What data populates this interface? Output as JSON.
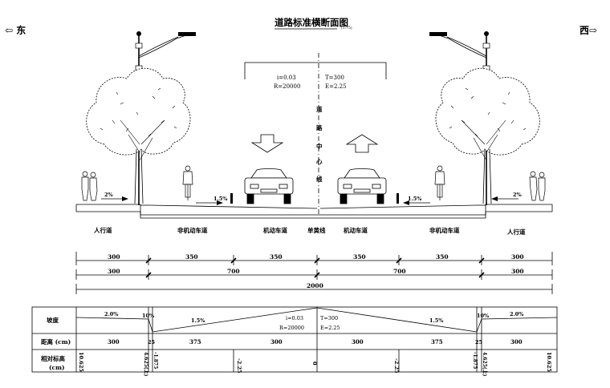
{
  "title": "道路标准横断面图",
  "scale": "(1:75)",
  "dir_left": "⇦ 东",
  "dir_right": "西⇨",
  "params": {
    "left": [
      "i=0.03",
      "R=20000"
    ],
    "right": [
      "T=300",
      "E=2.25"
    ]
  },
  "center_label": [
    "道",
    "路",
    "中",
    "心",
    "线"
  ],
  "slopes": {
    "sidewalk_left": "2%",
    "bike_left": "1.5%",
    "bike_right": "1.5%",
    "sidewalk_right": "2%"
  },
  "lanes": [
    "人行道",
    "非机动车道",
    "机动车道",
    "单黄线",
    "机动车道",
    "非机动车道",
    "人行道"
  ],
  "dims": {
    "row1": [
      "300",
      "350",
      "350",
      "350",
      "350",
      "300"
    ],
    "row2": [
      "300",
      "700",
      "700",
      "300"
    ],
    "row3": "2000"
  },
  "table": {
    "labels": [
      "坡度",
      "距离 (cm)",
      "相对标高",
      "(cm)"
    ],
    "slope": [
      "2.0%",
      "10%",
      "1.5%",
      "1.5%",
      "10%",
      "2.0%"
    ],
    "slope_params_left": [
      "i=0.03",
      "R=20000"
    ],
    "slope_params_right": [
      "T=300",
      "E=2.25"
    ],
    "dist": [
      "300",
      "25",
      "375",
      "300",
      "300",
      "375",
      "25",
      "300"
    ],
    "elev": [
      "10.625",
      "4.625(上)",
      "-1.875",
      "-2.25",
      "0",
      "-2.25",
      "-1.875",
      "4.625(上)",
      "10.625"
    ]
  }
}
